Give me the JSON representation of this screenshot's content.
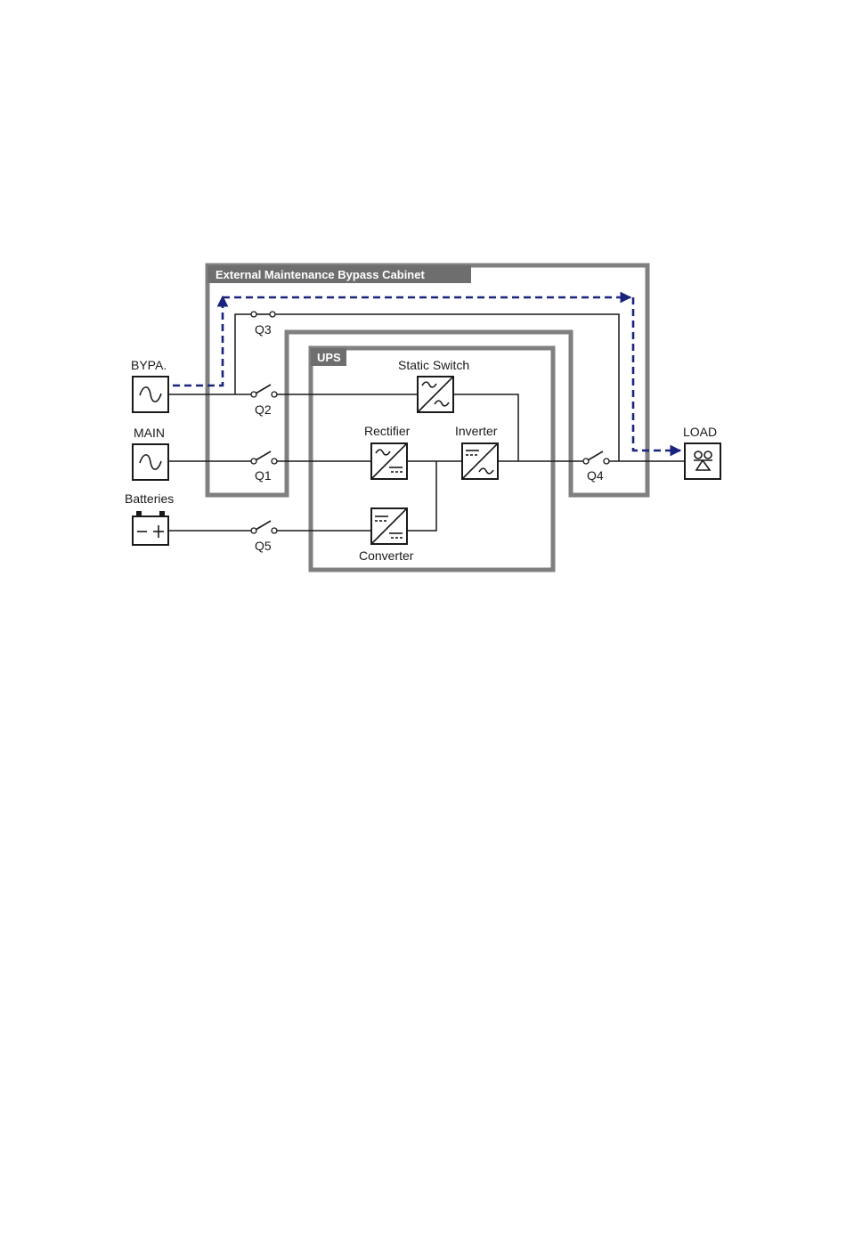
{
  "colors": {
    "cabinet_border": "#808080",
    "cabinet_header_bg": "#6e6e6e",
    "bypass_path": "#1a237e",
    "wire": "#1a1a1a"
  },
  "labels": {
    "cabinet_title": "External Maintenance Bypass Cabinet",
    "ups_title": "UPS",
    "bypass_source": "BYPA.",
    "main_source": "MAIN",
    "batteries": "Batteries",
    "load": "LOAD",
    "static_switch": "Static Switch",
    "rectifier": "Rectifier",
    "inverter": "Inverter",
    "converter": "Converter",
    "q1": "Q1",
    "q2": "Q2",
    "q3": "Q3",
    "q4": "Q4",
    "q5": "Q5"
  },
  "icons": {
    "bypass_source": "ac-source-icon",
    "main_source": "ac-source-icon",
    "batteries": "battery-icon",
    "load": "load-icon",
    "static_switch": "ac-ac-converter-icon",
    "rectifier": "ac-dc-converter-icon",
    "inverter": "dc-ac-converter-icon",
    "converter": "dc-dc-converter-icon"
  }
}
